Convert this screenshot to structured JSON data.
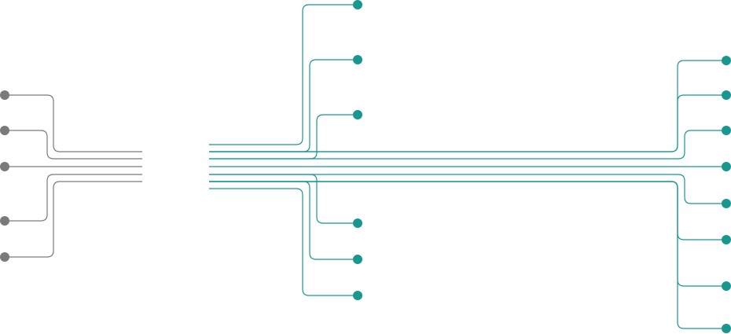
{
  "colors": {
    "input": "#7a7a7a",
    "output": "#1a9690",
    "background": "#ffffff"
  },
  "inputs": [
    {
      "id": "in-1"
    },
    {
      "id": "in-2"
    },
    {
      "id": "in-3"
    },
    {
      "id": "in-4"
    },
    {
      "id": "in-5"
    }
  ],
  "outputs_middle": [
    {
      "id": "mid-top-1"
    },
    {
      "id": "mid-top-2"
    },
    {
      "id": "mid-top-3"
    },
    {
      "id": "mid-bottom-1"
    },
    {
      "id": "mid-bottom-2"
    },
    {
      "id": "mid-bottom-3"
    }
  ],
  "outputs_right": [
    {
      "id": "right-1"
    },
    {
      "id": "right-2"
    },
    {
      "id": "right-3"
    },
    {
      "id": "right-4"
    },
    {
      "id": "right-5"
    },
    {
      "id": "right-6"
    },
    {
      "id": "right-7"
    },
    {
      "id": "right-8"
    }
  ]
}
